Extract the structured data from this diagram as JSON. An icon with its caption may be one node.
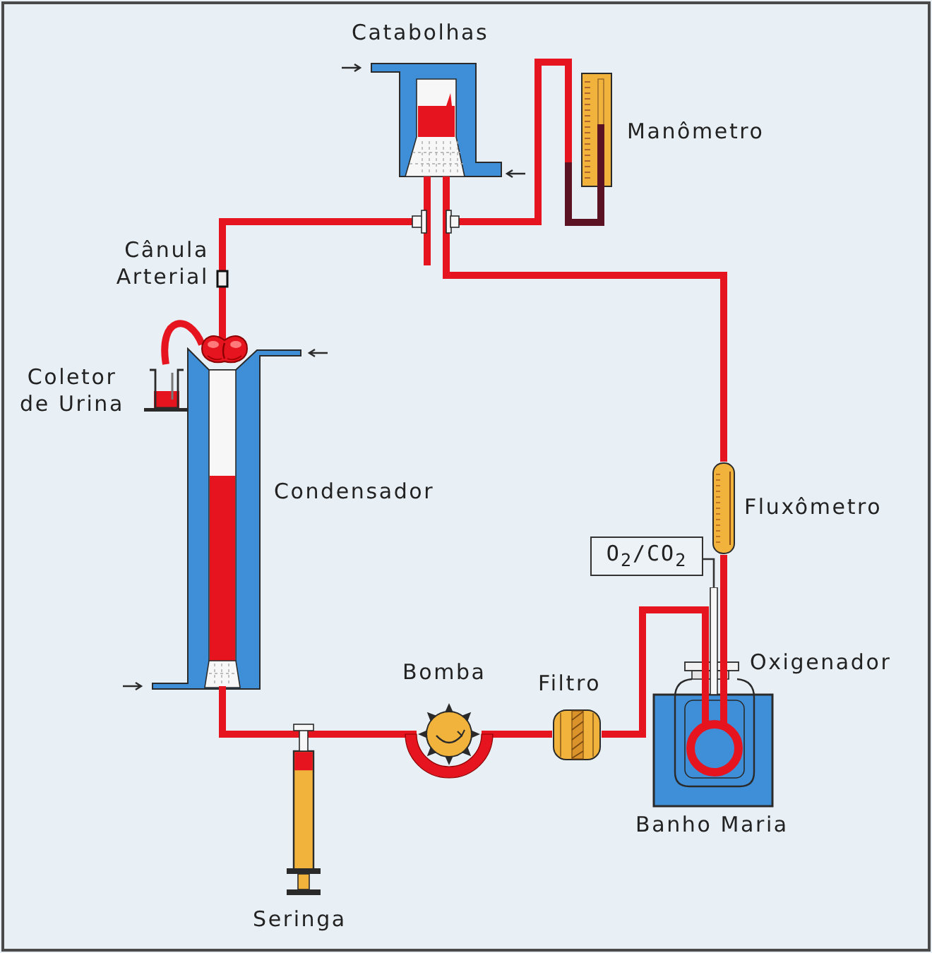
{
  "diagram": {
    "nodes": [
      {
        "text": [],
        "shape": "picture",
        "beside": [
          "Catabolhas"
        ]
      },
      {
        "text": [],
        "shape": "picture",
        "beside": [
          "Manômetro"
        ]
      },
      {
        "text": [],
        "shape": "picture",
        "beside": [
          "Cânula Arterial"
        ]
      },
      {
        "text": [],
        "shape": "picture"
      },
      {
        "text": [],
        "shape": "picture",
        "beside": [
          "Coletor de Urina"
        ]
      },
      {
        "text": [],
        "shape": "picture",
        "beside": [
          "Condensador"
        ]
      },
      {
        "text": [],
        "shape": "picture",
        "beside": [
          "Fluxômetro"
        ]
      },
      {
        "text": [
          "O$_{2}$/CO$_{2}$"
        ]
      },
      {
        "text": [],
        "shape": "picture",
        "beside": [
          "Oxigenador"
        ]
      },
      {
        "text": [],
        "shape": "box",
        "beside": [
          "Banho Maria"
        ]
      },
      {
        "text": [],
        "shape": "picture",
        "beside": [
          "Bomba"
        ]
      },
      {
        "text": [],
        "shape": "picture",
        "beside": [
          "Filtro"
        ]
      },
      {
        "text": [],
        "shape": "picture",
        "beside": [
          "Seringa"
        ]
      }
    ],
    "edges": [
      {
        "from": 6,
        "to": 0,
        "arrow": "none"
      },
      {
        "from": 0,
        "to": 2,
        "arrow": "none"
      },
      {
        "from": 0,
        "to": 1,
        "arrow": "none"
      },
      {
        "from": 2,
        "to": 3,
        "arrow": "none"
      },
      {
        "from": 3,
        "to": 4,
        "arrow": "none"
      },
      {
        "from": 5,
        "to": 12,
        "arrow": "none"
      },
      {
        "from": 12,
        "to": 10,
        "arrow": "none"
      },
      {
        "from": 10,
        "to": 11,
        "arrow": "none"
      },
      {
        "from": 11,
        "to": 8,
        "arrow": "none"
      },
      {
        "from": 8,
        "to": 6,
        "arrow": "none"
      },
      {
        "from": 7,
        "to": 8,
        "arrow": "none",
        "color": "#333333"
      }
    ]
  }
}
